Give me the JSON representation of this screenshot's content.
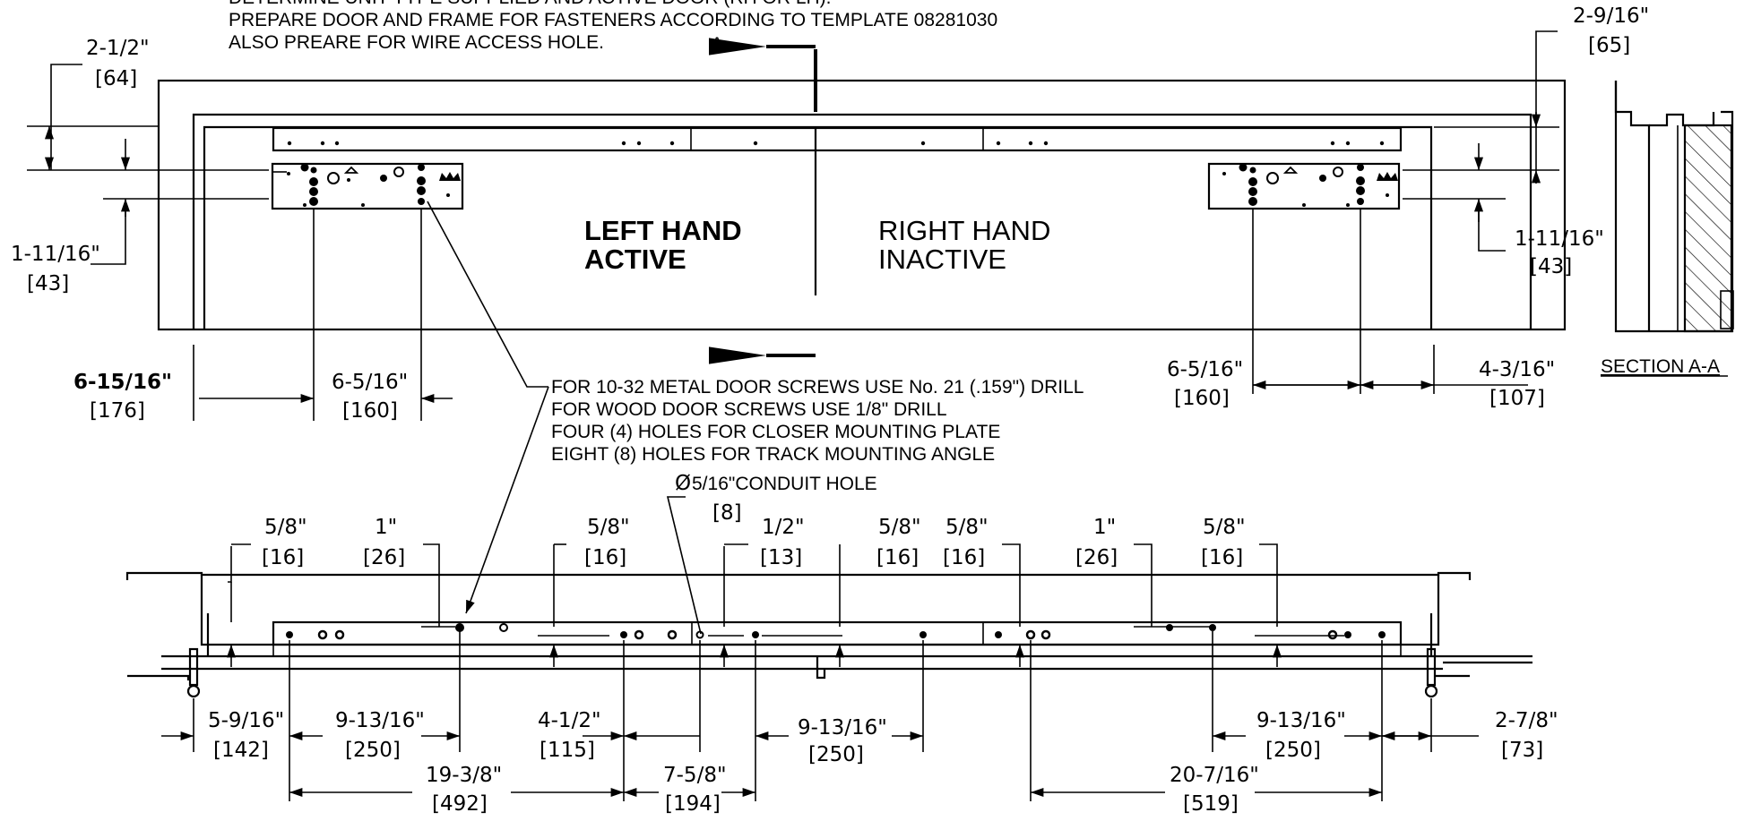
{
  "notes": {
    "line1": "DETERMINE UNIT TYPE SUPPLIED AND ACTIVE DOOR (RH OR LH).",
    "line2": "PREPARE DOOR AND FRAME FOR FASTENERS ACCORDING TO TEMPLATE 08281030",
    "line3": "ALSO PREARE FOR WIRE ACCESS HOLE."
  },
  "section_marker": "A",
  "section_label": "SECTION A-A",
  "left_door": {
    "line1": "LEFT HAND",
    "line2": "ACTIVE"
  },
  "right_door": {
    "line1": "RIGHT HAND",
    "line2": "INACTIVE"
  },
  "drill_notes": [
    "FOR 10-32  METAL DOOR SCREWS USE No. 21 (.159\") DRILL",
    "FOR WOOD DOOR SCREWS USE 1/8\" DRILL",
    "FOUR (4) HOLES FOR CLOSER MOUNTING PLATE",
    "EIGHT (8) HOLES FOR TRACK MOUNTING ANGLE"
  ],
  "conduit": {
    "label": "5/16\"CONDUIT HOLE",
    "metric": "[8]",
    "symbol": "Ø"
  },
  "dims": {
    "top_left": {
      "imperial": "2-1/2\"",
      "metric": "[64]"
    },
    "top_right": {
      "imperial": "2-9/16\"",
      "metric": "[65]"
    },
    "left_plate": {
      "imperial": "1-11/16\"",
      "metric": "[43]"
    },
    "right_plate": {
      "imperial": "1-11/16\"",
      "metric": "[43]"
    },
    "left_edge": {
      "imperial": "6-15/16\"",
      "metric": "[176]"
    },
    "left_hole_spacing": {
      "imperial": "6-5/16\"",
      "metric": "[160]"
    },
    "right_hole_spacing": {
      "imperial": "6-5/16\"",
      "metric": "[160]"
    },
    "right_edge": {
      "imperial": "4-3/16\"",
      "metric": "[107]"
    },
    "b1": {
      "imperial": "5/8\"",
      "metric": "[16]"
    },
    "b2": {
      "imperial": "1\"",
      "metric": "[26]"
    },
    "b3": {
      "imperial": "5/8\"",
      "metric": "[16]"
    },
    "b4": {
      "imperial": "1/2\"",
      "metric": "[13]"
    },
    "b5": {
      "imperial": "5/8\"",
      "metric": "[16]"
    },
    "b6": {
      "imperial": "5/8\"",
      "metric": "[16]"
    },
    "b7": {
      "imperial": "1\"",
      "metric": "[26]"
    },
    "b8": {
      "imperial": "5/8\"",
      "metric": "[16]"
    },
    "c1": {
      "imperial": "5-9/16\"",
      "metric": "[142]"
    },
    "c2": {
      "imperial": "9-13/16\"",
      "metric": "[250]"
    },
    "c3": {
      "imperial": "4-1/2\"",
      "metric": "[115]"
    },
    "c4": {
      "imperial": "9-13/16\"",
      "metric": "[250]"
    },
    "c5": {
      "imperial": "9-13/16\"",
      "metric": "[250]"
    },
    "c6": {
      "imperial": "2-7/8\"",
      "metric": "[73]"
    },
    "d1": {
      "imperial": "19-3/8\"",
      "metric": "[492]"
    },
    "d2": {
      "imperial": "7-5/8\"",
      "metric": "[194]"
    },
    "d3": {
      "imperial": "20-7/16\"",
      "metric": "[519]"
    }
  }
}
